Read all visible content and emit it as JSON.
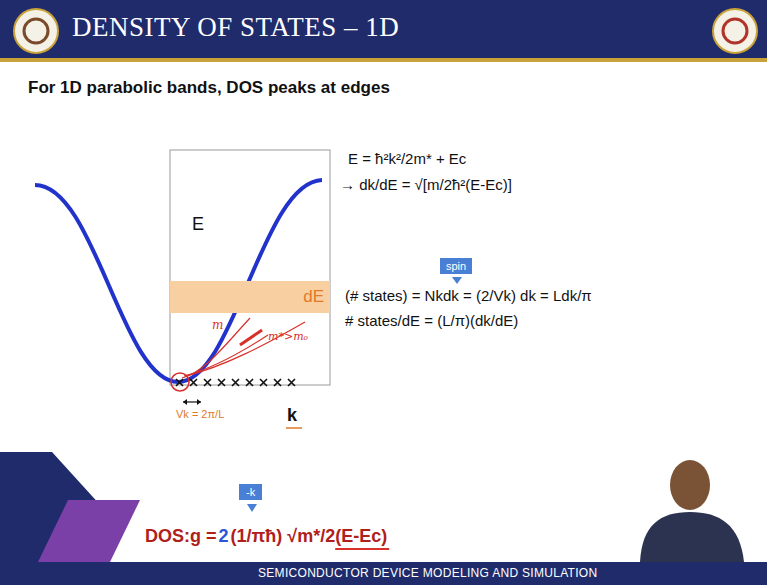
{
  "diagram": {
    "title": "DENSITY OF STATES – 1D",
    "nodes": [
      {
        "text": [
          "spin"
        ]
      },
      {
        "text": [
          "dE"
        ]
      },
      {
        "text": [
          "-k"
        ]
      }
    ],
    "labels": [
      "For 1D parabolic bands, DOS peaks at edges",
      "E",
      "k",
      "Vk = 2π/L",
      "m",
      "m*>m₀",
      "E = ħ²k²/2m* + Ec",
      "→ dk/dE = √[m/2ħ²(E-Ec)]",
      "(# states) = Nkdk = (2/Vk) dk = Ldk/π",
      "# states/dE = (L/π)(dk/dE)",
      "DOS:g  =",
      "2",
      "(1/πħ) √m*/2(E-Ec)",
      "SEMICONDUCTOR DEVICE MODELING AND SIMULATION"
    ]
  }
}
